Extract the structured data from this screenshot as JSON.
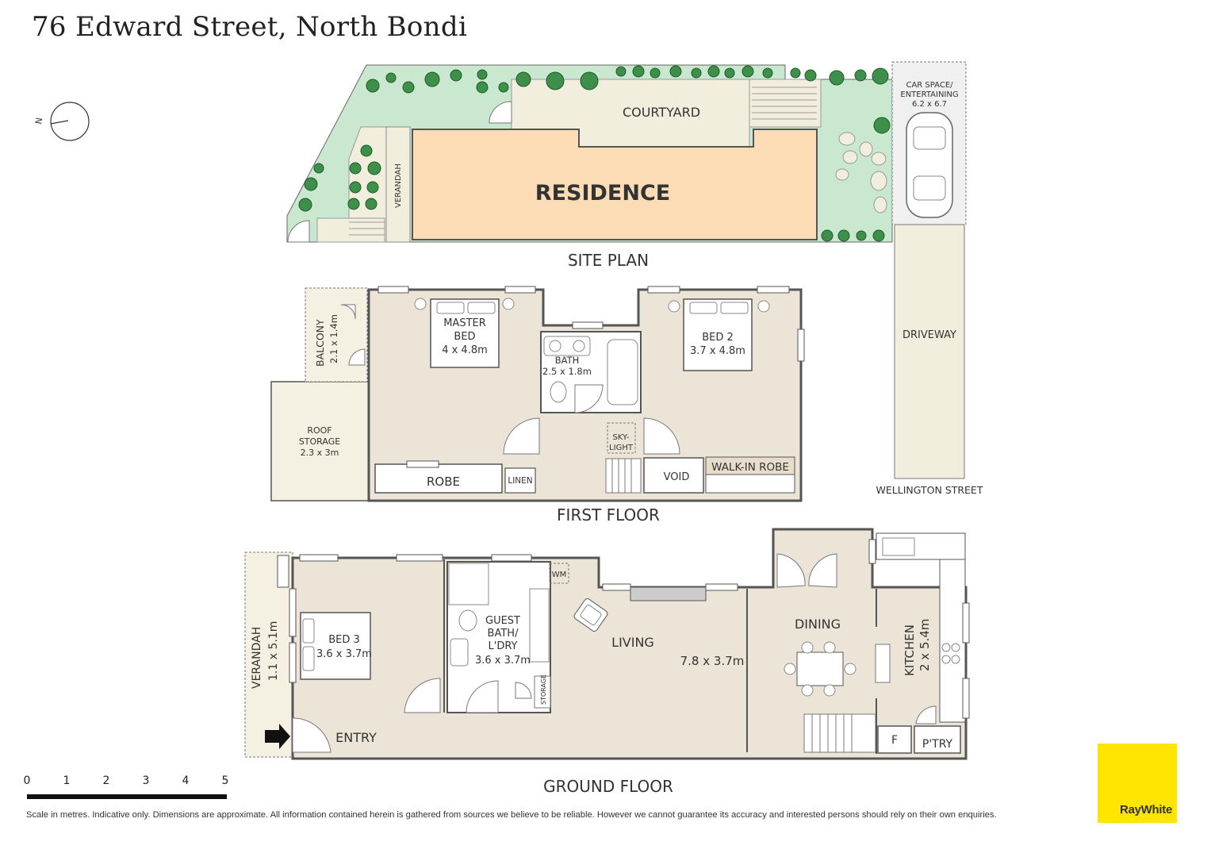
{
  "title": "76 Edward Street, North Bondi",
  "sections": {
    "site_plan": "SITE PLAN",
    "first_floor": "FIRST FLOOR",
    "ground_floor": "GROUND FLOOR"
  },
  "site": {
    "residence": "RESIDENCE",
    "courtyard": "COURTYARD",
    "verandah": "VERANDAH",
    "car_space_1": "CAR SPACE/",
    "car_space_2": "ENTERTAINING",
    "car_space_3": "6.2 x 6.7",
    "driveway": "DRIVEWAY",
    "street": "WELLINGTON STREET"
  },
  "first": {
    "balcony": "BALCONY",
    "balcony_dim": "2.1 x 1.4m",
    "roof_storage_1": "ROOF",
    "roof_storage_2": "STORAGE",
    "roof_storage_3": "2.3 x 3m",
    "master_1": "MASTER",
    "master_2": "BED",
    "master_3": "4 x 4.8m",
    "bath": "BATH",
    "bath_dim": "2.5 x 1.8m",
    "bed2": "BED 2",
    "bed2_dim": "3.7 x 4.8m",
    "skylight_1": "SKY-",
    "skylight_2": "LIGHT",
    "robe": "ROBE",
    "linen": "LINEN",
    "void": "VOID",
    "walkin": "WALK-IN ROBE"
  },
  "ground": {
    "verandah": "VERANDAH",
    "verandah_dim": "1.1 x 5.1m",
    "bed3": "BED 3",
    "bed3_dim": "3.6 x 3.7m",
    "wm": "WM",
    "guest_1": "GUEST",
    "guest_2": "BATH/",
    "guest_3": "L'DRY",
    "guest_4": "3.6 x 3.7m",
    "storage": "STORAGE",
    "living": "LIVING",
    "living_dim": "7.8 x 3.7m",
    "dining": "DINING",
    "kitchen": "KITCHEN",
    "kitchen_dim": "2 x 5.4m",
    "entry": "ENTRY",
    "fridge": "F",
    "pantry": "P'TRY"
  },
  "compass": {
    "north": "N"
  },
  "scale": {
    "ticks": [
      "0",
      "1",
      "2",
      "3",
      "4",
      "5"
    ]
  },
  "disclaimer": "Scale in metres. Indicative only. Dimensions are approximate. All information contained herein is gathered from sources we believe to be reliable. However we cannot guarantee its accuracy and interested persons should rely on their own enquiries.",
  "logo": "RayWhite",
  "colors": {
    "residence": "#fcdcb4",
    "garden": "#c9e8cf",
    "floor": "#ede4d8",
    "paving": "#f2eede",
    "wall": "#555555"
  }
}
